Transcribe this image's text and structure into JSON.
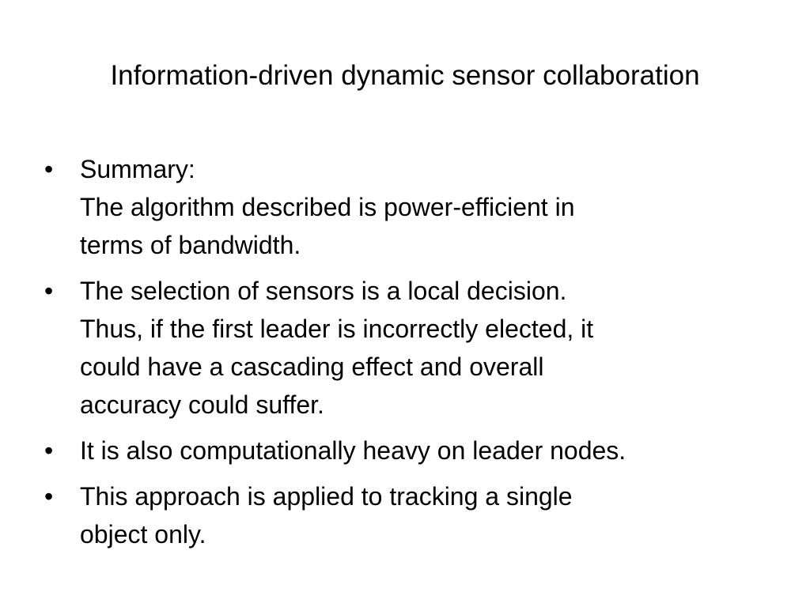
{
  "slide": {
    "title": "Information-driven dynamic sensor collaboration",
    "bullet_symbol": "•",
    "bullets": [
      {
        "lines": [
          "Summary:",
          "The algorithm described is power-efficient in",
          "terms of bandwidth."
        ]
      },
      {
        "lines": [
          "The selection of sensors is a local decision.",
          "Thus, if the first leader is incorrectly elected, it",
          "could have a cascading effect and overall",
          "accuracy could suffer."
        ]
      },
      {
        "lines": [
          "It is also computationally heavy on leader nodes."
        ]
      },
      {
        "lines": [
          "This approach is applied to tracking a single",
          "object only."
        ]
      }
    ]
  }
}
